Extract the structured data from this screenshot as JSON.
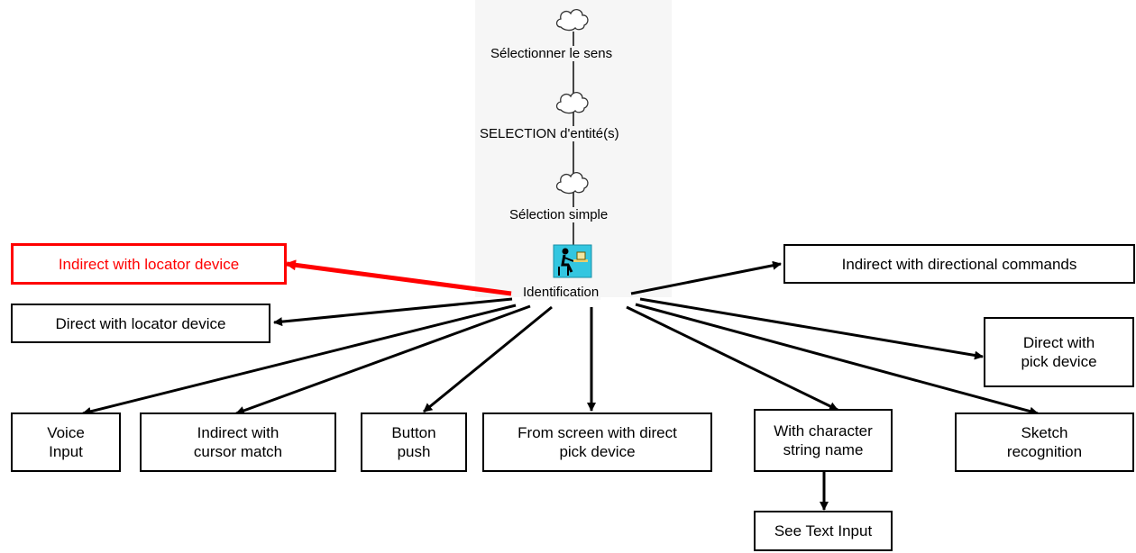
{
  "hierarchy": {
    "level1": "Sélectionner le sens",
    "level2": "SELECTION d'entité(s)",
    "level3": "Sélection simple",
    "root": "Identification"
  },
  "techniques": {
    "indirect_locator": "Indirect with locator device",
    "direct_locator": "Direct with locator device",
    "indirect_directional": "Indirect with directional commands",
    "direct_pick": "Direct with\npick device",
    "voice": "Voice\nInput",
    "cursor_match": "Indirect with\ncursor match",
    "button_push": "Button\npush",
    "screen_pick": "From screen with direct\npick device",
    "char_string": "With character\nstring name",
    "sketch": "Sketch\nrecognition",
    "text_input": "See Text Input"
  },
  "colors": {
    "highlight": "#ff0000",
    "line": "#000000"
  }
}
